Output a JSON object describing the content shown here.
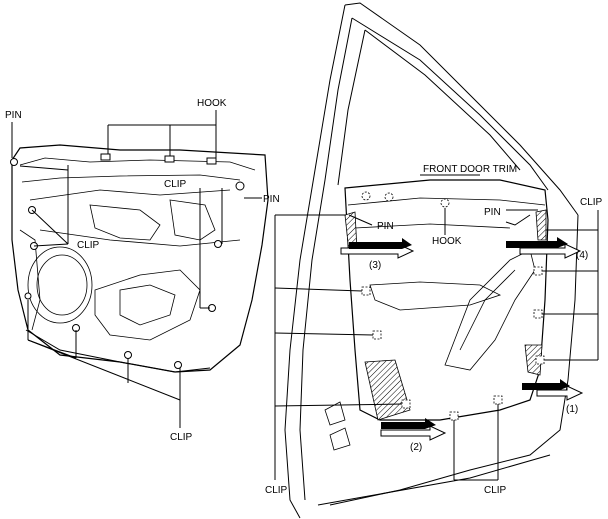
{
  "labels": {
    "hook_top": "HOOK",
    "pin_left": "PIN",
    "clip_left_mid": "CLIP",
    "clip_left_upper": "CLIP",
    "pin_left_right": "PIN",
    "clip_left_bottom": "CLIP",
    "front_door_trim": "FRONT DOOR TRIM",
    "pin_right": "PIN",
    "clip_right_top": "CLIP",
    "pin_right_inner": "PIN",
    "hook_right": "HOOK",
    "clip_right_bottom_left": "CLIP",
    "clip_right_bottom": "CLIP"
  },
  "steps": {
    "s1": "(1)",
    "s2": "(2)",
    "s3": "(3)",
    "s4": "(4)"
  }
}
